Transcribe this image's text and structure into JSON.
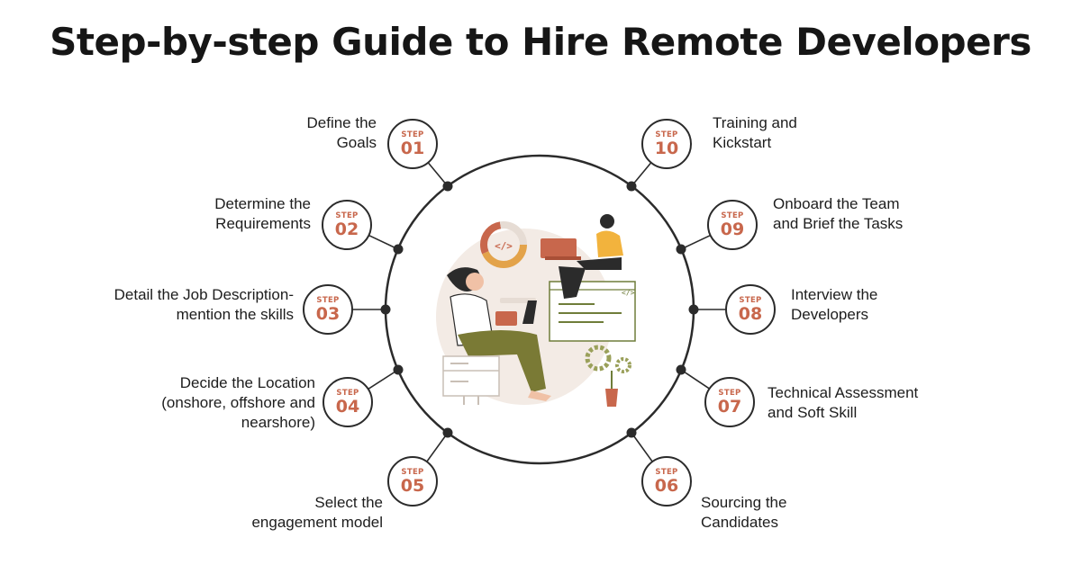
{
  "title": "Step-by-step Guide to Hire Remote Developers",
  "colors": {
    "accent": "#c8674c",
    "ring": "#2b2b2b",
    "badge_border": "#2b2b2b",
    "illustration_bg": "#f3ebe5"
  },
  "badge_word": "STEP",
  "steps": [
    {
      "number": "01",
      "label": "Define the\nGoals"
    },
    {
      "number": "02",
      "label": "Determine the\nRequirements"
    },
    {
      "number": "03",
      "label": "Detail the Job Description-\nmention the skills"
    },
    {
      "number": "04",
      "label": "Decide the Location\n(onshore, offshore and\nnearshore)"
    },
    {
      "number": "05",
      "label": "Select the\nengagement model"
    },
    {
      "number": "06",
      "label": "Sourcing the\nCandidates"
    },
    {
      "number": "07",
      "label": "Technical Assessment\nand Soft Skill"
    },
    {
      "number": "08",
      "label": "Interview the\nDevelopers"
    },
    {
      "number": "09",
      "label": "Onboard the Team\nand Brief the Tasks"
    },
    {
      "number": "10",
      "label": "Training and\nKickstart"
    }
  ],
  "illustration": {
    "code_symbol": "</>",
    "icon": "developers-working-illustration"
  }
}
